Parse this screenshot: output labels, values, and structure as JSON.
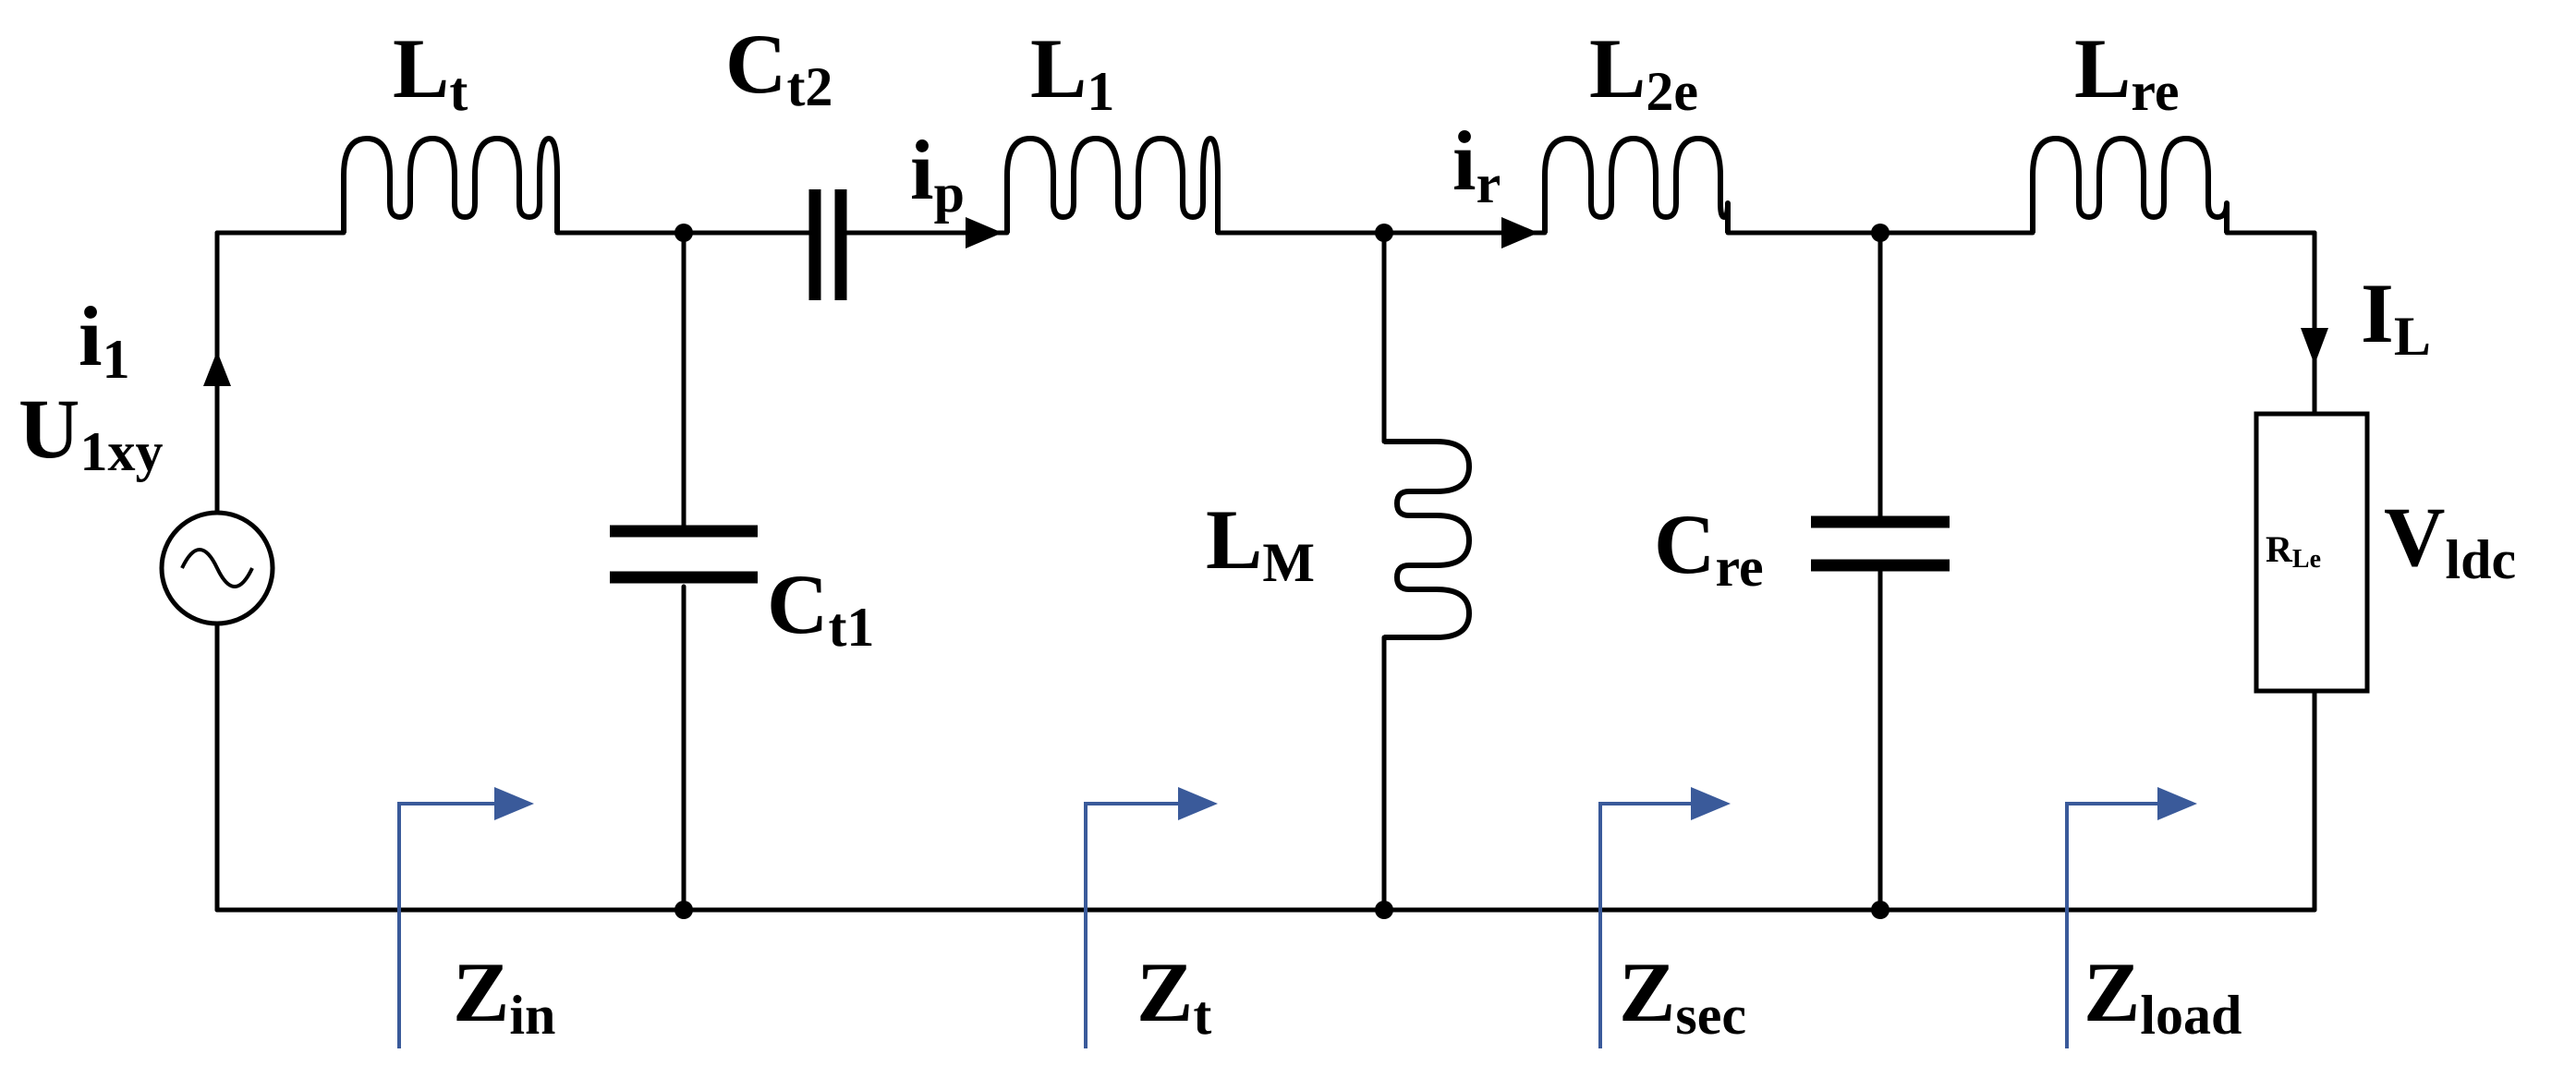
{
  "labels": {
    "Lt": {
      "main": "L",
      "sub": "t"
    },
    "Ct2": {
      "main": "C",
      "sub": "t2"
    },
    "L1": {
      "main": "L",
      "sub": "1"
    },
    "L2e": {
      "main": "L",
      "sub": "2e"
    },
    "Lre": {
      "main": "L",
      "sub": "re"
    },
    "Ct1": {
      "main": "C",
      "sub": "t1"
    },
    "LM": {
      "main": "L",
      "sub": "M"
    },
    "Cre": {
      "main": "C",
      "sub": "re"
    },
    "RLe": {
      "main": "R",
      "sub": "Le"
    },
    "Vldc": {
      "main": "V",
      "sub": "ldc"
    },
    "i1": {
      "main": "i",
      "sub": "1"
    },
    "U1xy": {
      "main": "U",
      "sub": "1xy"
    },
    "ip": {
      "main": "i",
      "sub": "p"
    },
    "ir": {
      "main": "i",
      "sub": "r"
    },
    "IL": {
      "main": "I",
      "sub": "L"
    },
    "Zin": {
      "main": "Z",
      "sub": "in"
    },
    "Zt": {
      "main": "Z",
      "sub": "t"
    },
    "Zsec": {
      "main": "Z",
      "sub": "sec"
    },
    "Zload": {
      "main": "Z",
      "sub": "load"
    }
  },
  "colors": {
    "wire": "#000000",
    "impedance_marker": "#3a5a9a"
  }
}
